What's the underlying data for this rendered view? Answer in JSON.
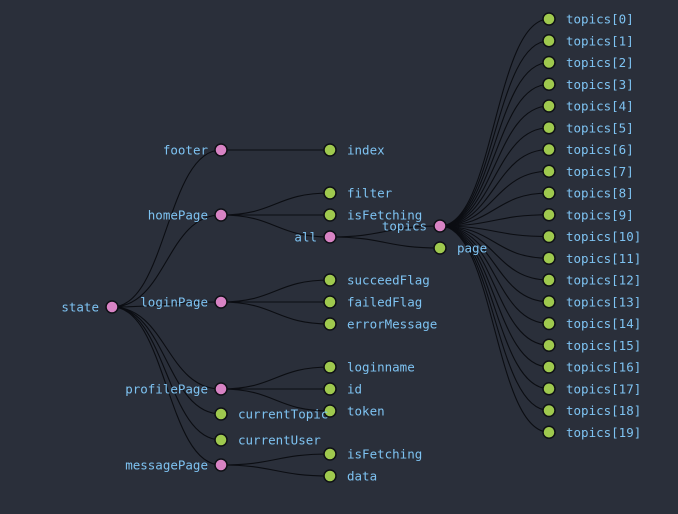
{
  "tree": {
    "name": "state",
    "children": [
      {
        "name": "footer",
        "children": [
          {
            "name": "index"
          }
        ]
      },
      {
        "name": "homePage",
        "children": [
          {
            "name": "filter"
          },
          {
            "name": "isFetching"
          },
          {
            "name": "all",
            "children": [
              {
                "name": "topics",
                "children": [
                  {
                    "name": "topics[0]"
                  },
                  {
                    "name": "topics[1]"
                  },
                  {
                    "name": "topics[2]"
                  },
                  {
                    "name": "topics[3]"
                  },
                  {
                    "name": "topics[4]"
                  },
                  {
                    "name": "topics[5]"
                  },
                  {
                    "name": "topics[6]"
                  },
                  {
                    "name": "topics[7]"
                  },
                  {
                    "name": "topics[8]"
                  },
                  {
                    "name": "topics[9]"
                  },
                  {
                    "name": "topics[10]"
                  },
                  {
                    "name": "topics[11]"
                  },
                  {
                    "name": "topics[12]"
                  },
                  {
                    "name": "topics[13]"
                  },
                  {
                    "name": "topics[14]"
                  },
                  {
                    "name": "topics[15]"
                  },
                  {
                    "name": "topics[16]"
                  },
                  {
                    "name": "topics[17]"
                  },
                  {
                    "name": "topics[18]"
                  },
                  {
                    "name": "topics[19]"
                  }
                ]
              },
              {
                "name": "page"
              }
            ]
          }
        ]
      },
      {
        "name": "loginPage",
        "children": [
          {
            "name": "succeedFlag"
          },
          {
            "name": "failedFlag"
          },
          {
            "name": "errorMessage"
          }
        ]
      },
      {
        "name": "profilePage",
        "children": [
          {
            "name": "loginname"
          },
          {
            "name": "id"
          },
          {
            "name": "token"
          }
        ]
      },
      {
        "name": "currentTopic"
      },
      {
        "name": "currentUser"
      },
      {
        "name": "messagePage",
        "children": [
          {
            "name": "isFetching"
          },
          {
            "name": "data"
          }
        ]
      }
    ]
  },
  "colors": {
    "background": "#2a2f3a",
    "parent_node": "#d883c4",
    "leaf_node": "#9fc94e",
    "label": "#7ec3f2",
    "link": "#0b0d12"
  }
}
